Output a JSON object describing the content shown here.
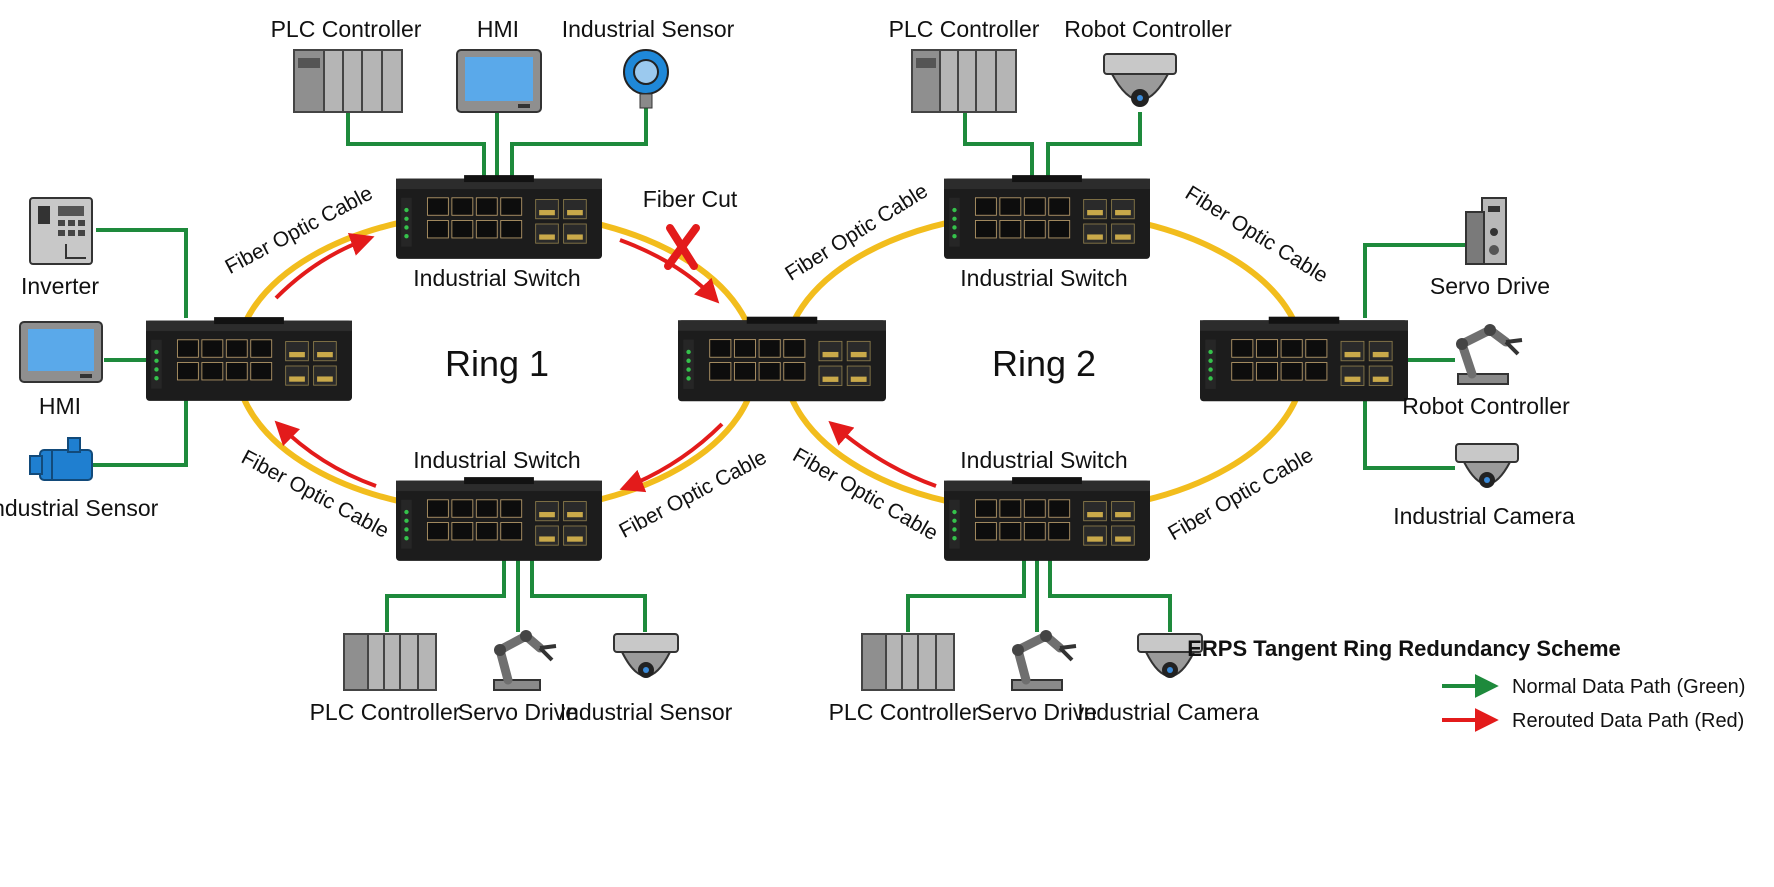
{
  "rings": {
    "ring1": "Ring 1",
    "ring2": "Ring 2"
  },
  "switches": {
    "r1_top": "Industrial Switch",
    "r1_bottom": "Industrial Switch",
    "r2_top": "Industrial Switch",
    "r2_bottom": "Industrial Switch"
  },
  "fiber": {
    "r1_top_left": "Fiber Optic Cable",
    "r1_bottom_left": "Fiber Optic Cable",
    "r1_bottom_right": "Fiber Optic Cable",
    "r2_top_left": "Fiber Optic Cable",
    "r2_top_right": "Fiber Optic Cable",
    "r2_bottom_left": "Fiber Optic Cable",
    "r2_bottom_right": "Fiber Optic Cable"
  },
  "fault": "Fiber Cut",
  "devices": {
    "r1_top_plc": "PLC Controller",
    "r1_top_hmi": "HMI",
    "r1_top_sensor": "Industrial Sensor",
    "left_inverter": "Inverter",
    "left_hmi": "HMI",
    "left_sensor": "Industrial Sensor",
    "r1_bottom_plc": "PLC Controller",
    "r1_bottom_servo": "Servo Drive",
    "r1_bottom_sensor": "Industrial Sensor",
    "r2_top_plc": "PLC Controller",
    "r2_top_robot": "Robot Controller",
    "right_servo": "Servo Drive",
    "right_robot": "Robot Controller",
    "right_camera": "Industrial Camera",
    "r2_bottom_plc": "PLC Controller",
    "r2_bottom_servo": "Servo Drive",
    "r2_bottom_camera": "Industrial Camera"
  },
  "legend": {
    "title": "ERPS Tangent Ring Redundancy Scheme",
    "normal": "Normal Data Path (Green)",
    "rerouted": "Rerouted Data Path (Red)"
  },
  "colors": {
    "normal_path": "#1e8a3c",
    "rerouted_path": "#e31b1b",
    "fiber": "#f2bd1d"
  }
}
